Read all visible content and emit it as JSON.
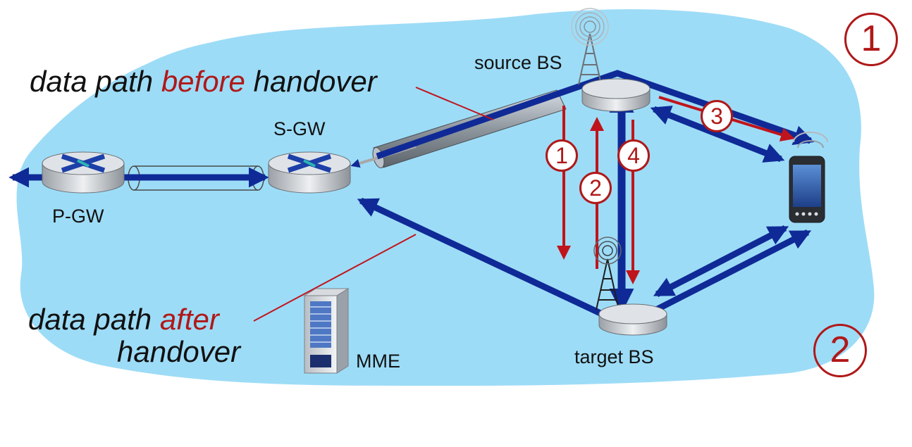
{
  "labels": {
    "source_bs": "source BS",
    "target_bs": "target BS",
    "s_gw": "S-GW",
    "p_gw": "P-GW",
    "mme": "MME",
    "before_part1": "data path ",
    "before_part2": "before",
    "before_part3": " handover",
    "after_part1": "data path ",
    "after_part2": "after",
    "after_line2": "handover"
  },
  "steps": [
    "1",
    "2",
    "3",
    "4"
  ],
  "corner_markers": [
    "1",
    "2"
  ],
  "colors": {
    "cloud": "#9ddcf7",
    "path": "#0f2a96",
    "signal": "#c0141c",
    "red_text": "#b01818"
  }
}
